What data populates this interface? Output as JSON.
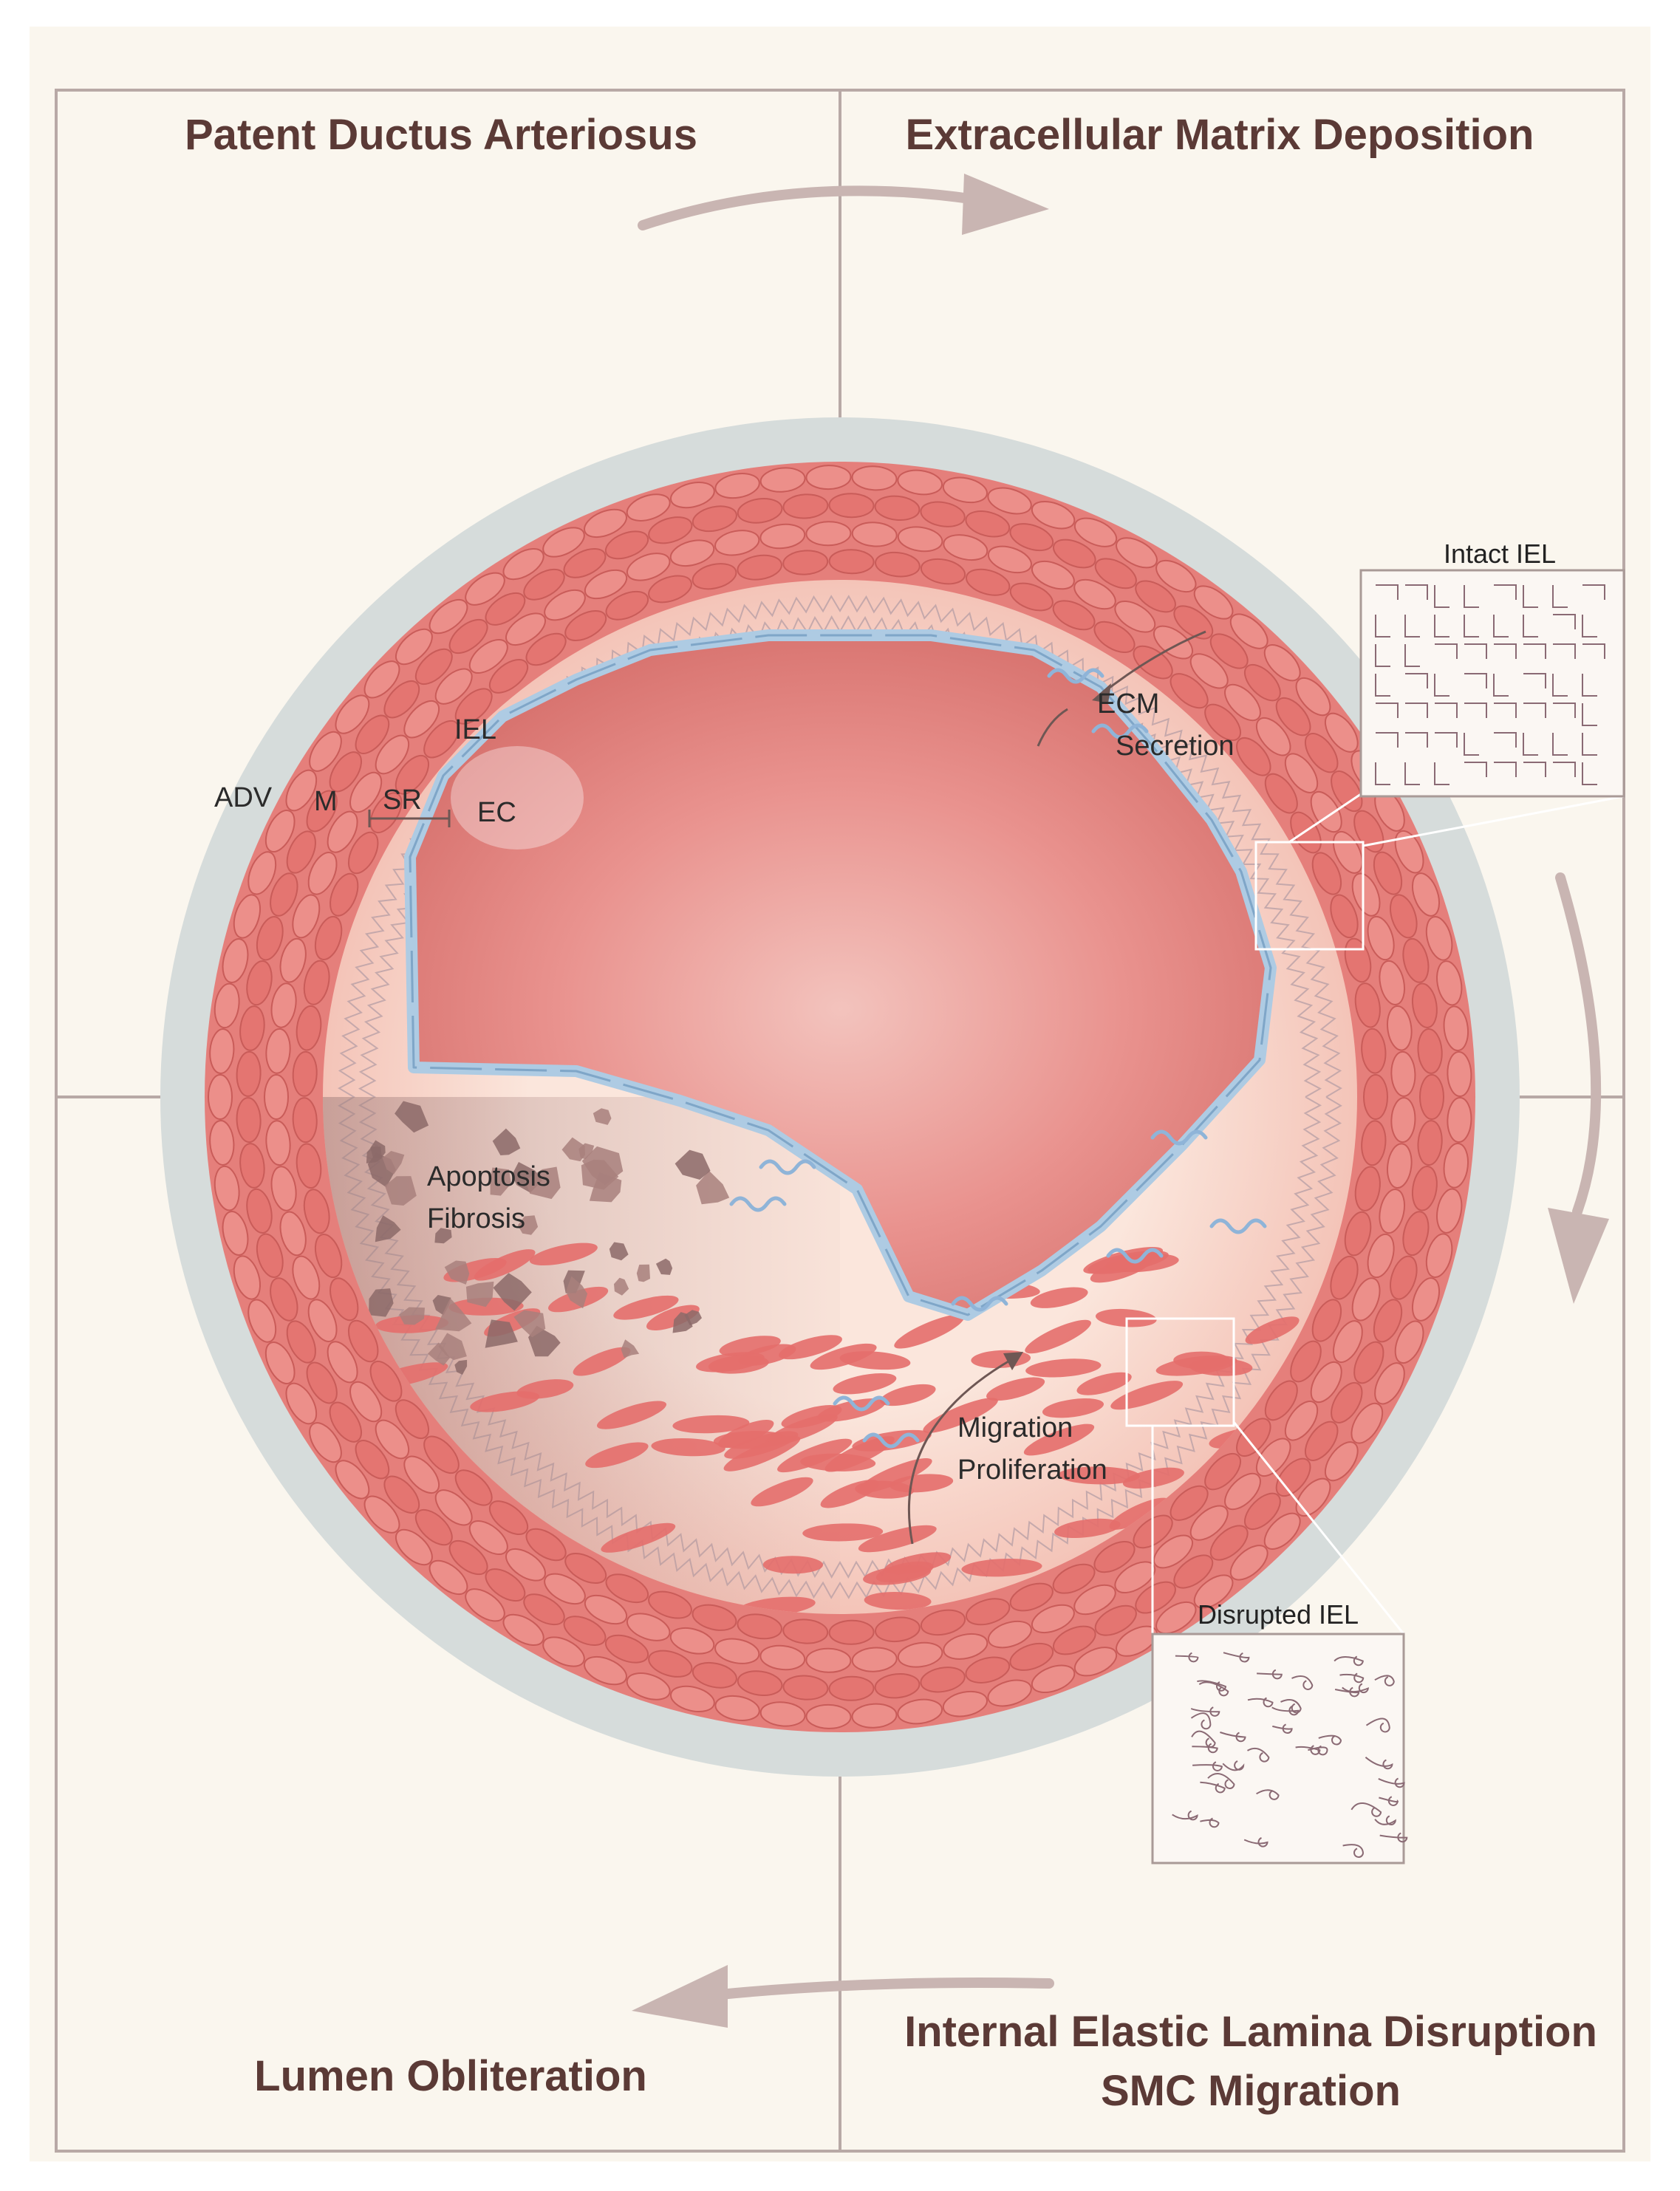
{
  "titles": {
    "top_left": "Patent Ductus Arteriosus",
    "top_right": "Extracellular Matrix Deposition",
    "bottom_right_line1": "Internal Elastic Lamina Disruption",
    "bottom_right_line2": "SMC Migration",
    "bottom_left": "Lumen Obliteration"
  },
  "layers": {
    "adv": "ADV",
    "m": "M",
    "sr": "SR",
    "iel": "IEL",
    "ec": "EC"
  },
  "annotations": {
    "ecm_line1": "ECM",
    "ecm_line2": "Secretion",
    "apoptosis": "Apoptosis",
    "fibrosis": "Fibrosis",
    "migration": "Migration",
    "proliferation": "Proliferation"
  },
  "insets": {
    "intact": "Intact IEL",
    "disrupted": "Disrupted IEL"
  },
  "colors": {
    "background": "#faf6ee",
    "frame": "#b8a9a6",
    "adventitia": "#d6dcdb",
    "media": "#e57f7b",
    "subendothelial": "#f7d3c6",
    "lumen": "#e9918e",
    "endothelium": "#aecbe3",
    "title": "#5b3a36",
    "arrow": "#c9b5b2"
  }
}
